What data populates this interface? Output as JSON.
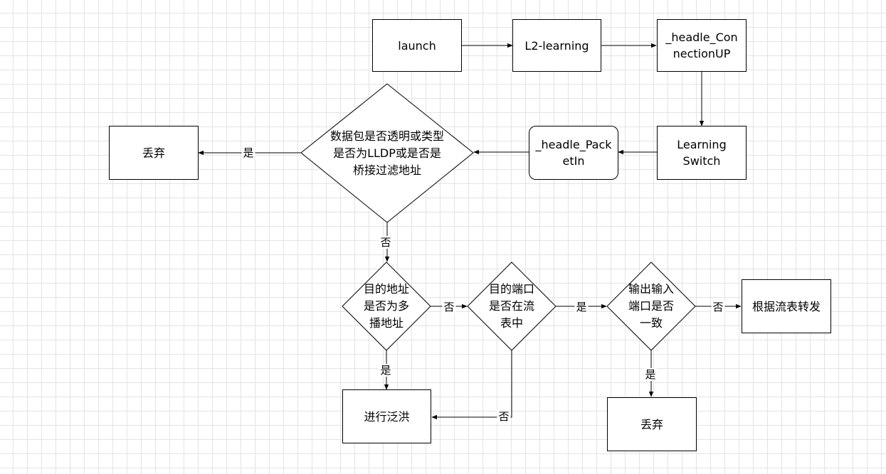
{
  "nodes": {
    "launch": "launch",
    "l2_learning": "L2-learning",
    "handle_connection_up": "_headle_ConnectionUP",
    "learning_switch": "Learning Switch",
    "handle_packet_in": "_headle_PacketIn",
    "check_packet": "数据包是否透明或类型是否为LLDP或是否是桥接过滤地址",
    "discard_top": "丢弃",
    "check_multicast": "目的地址是否为多播地址",
    "check_port_in_table": "目的端口是否在流表中",
    "check_ports_match": "输出输入端口是否一致",
    "forward_by_table": "根据流表转发",
    "flood": "进行泛洪",
    "discard_bottom": "丢弃"
  },
  "edges": {
    "check_packet_yes": "是",
    "check_packet_no": "否",
    "multicast_yes": "是",
    "multicast_no": "否",
    "port_in_table_yes": "是",
    "port_in_table_no": "否",
    "ports_match_yes": "是",
    "ports_match_no": "否"
  }
}
